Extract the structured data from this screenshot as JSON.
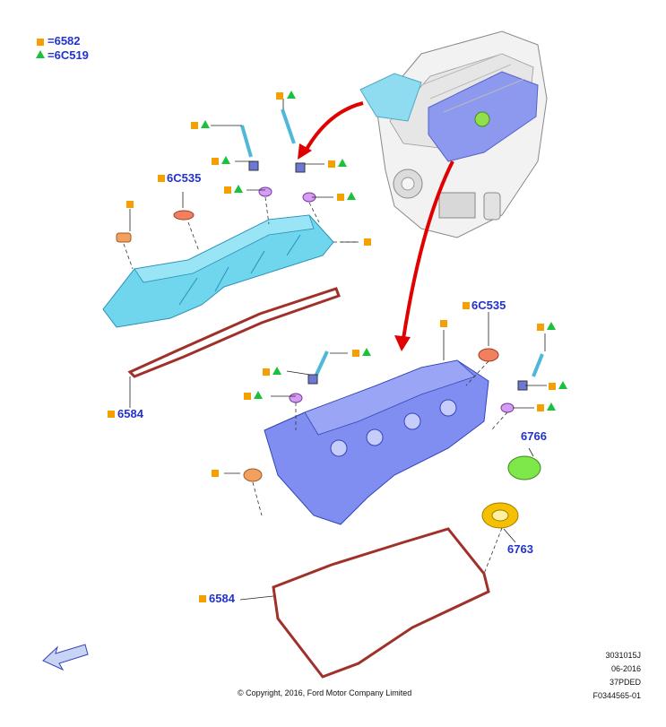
{
  "legend": {
    "square_code": "6582",
    "triangle_code": "6C519",
    "square_prefix": "=",
    "triangle_prefix": "="
  },
  "labels": {
    "seal_upper": "6C535",
    "seal_lower": "6C535",
    "gasket_upper": "6584",
    "gasket_lower": "6584",
    "cap": "6766",
    "filler_neck": "6763"
  },
  "meta": {
    "line1": "3031015J",
    "line2": "06-2016",
    "line3": "37PDED",
    "line4": "F0344565-01"
  },
  "copyright": "© Copyright, 2016, Ford Motor Company Limited",
  "colors": {
    "square": "#f5a000",
    "triangle": "#19c23a",
    "label_text": "#2233cc",
    "cover_left": "#6fd6ee",
    "cover_right": "#7f8ef0",
    "gasket": "#a0302a",
    "arrow": "#e00000",
    "cap": "#7ee84a",
    "filler": "#f5c000"
  },
  "icons": [
    "legend-square-icon",
    "legend-triangle-icon",
    "view-direction-arrow-icon"
  ]
}
